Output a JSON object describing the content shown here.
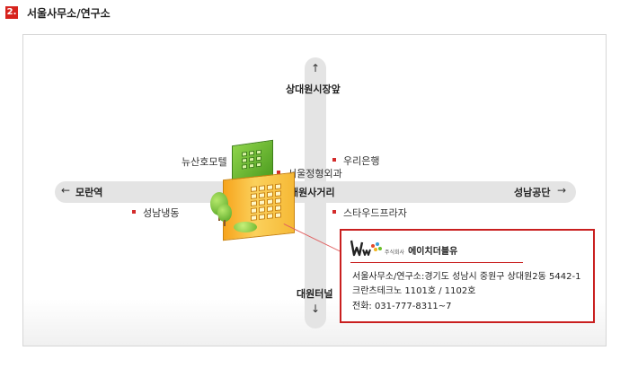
{
  "section": {
    "number": "2.",
    "title": "서울사무소/연구소"
  },
  "map": {
    "top_road_label": "상대원시장앞",
    "bottom_road_label": "대원터널",
    "left_road_label": "모란역",
    "right_road_label": "성남공단",
    "intersection_label": "대원사거리",
    "arrows": {
      "up": "↑",
      "down": "↓",
      "left": "←",
      "right": "→"
    },
    "landmarks": {
      "motel": "뉴산호모텔",
      "clinic": "서울정형외과",
      "bank": "우리은행",
      "plaza": "스타우드프라자",
      "factory": "성남냉동"
    }
  },
  "info": {
    "company_tag": "주식회사",
    "company_name": "에이치더블유",
    "address_line1": "서울사무소/연구소:경기도 성남시 중원구 상대원2동 5442-1",
    "address_line2": "크란츠테크노 1101호 / 1102호",
    "phone": "전화: 031-777-8311~7"
  },
  "colors": {
    "accent_red": "#c91f1f",
    "road_gray": "#e4e4e4",
    "marker_red": "#d32b2b",
    "building_orange": "#f7a41c",
    "building_green": "#6bbf2a"
  }
}
